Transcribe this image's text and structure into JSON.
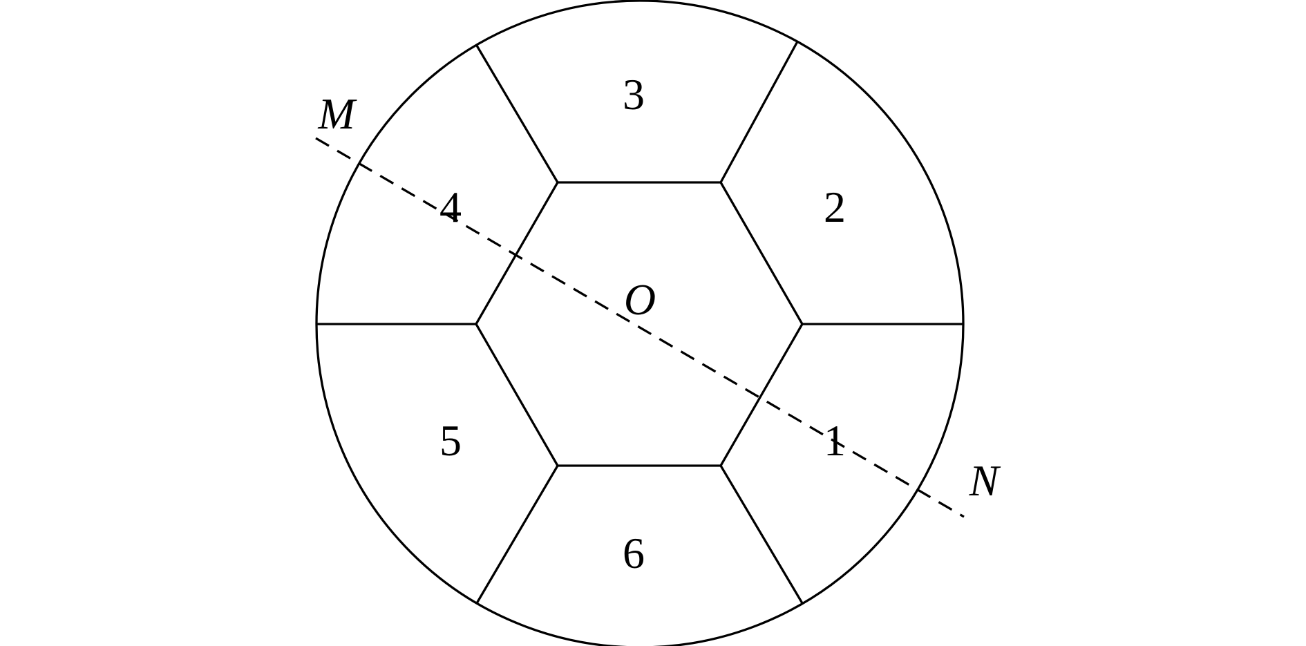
{
  "diagram": {
    "center_label": "O",
    "endpoint_labels": {
      "start": "M",
      "end": "N"
    },
    "region_labels": [
      "1",
      "2",
      "3",
      "4",
      "5",
      "6"
    ]
  }
}
